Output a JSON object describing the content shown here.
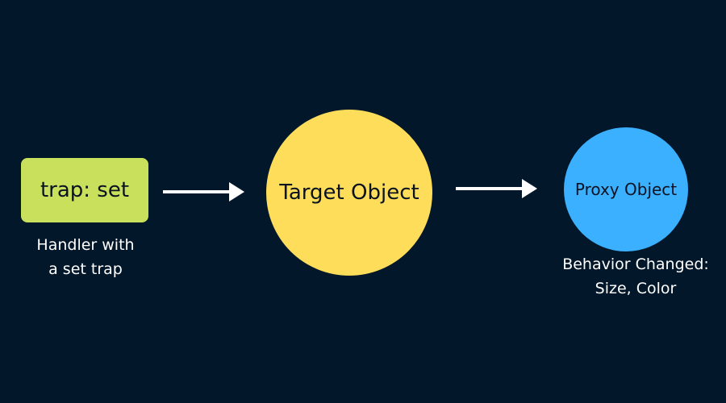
{
  "handler": {
    "box_label": "trap: set",
    "caption_line1": "Handler with",
    "caption_line2": "a set trap"
  },
  "target": {
    "label": "Target Object"
  },
  "proxy": {
    "label": "Proxy Object",
    "caption_line1": "Behavior Changed:",
    "caption_line2": "Size, Color"
  },
  "colors": {
    "background": "#03172a",
    "handler_box": "#c8e05b",
    "target_circle": "#fddd59",
    "proxy_circle": "#3ab0ff",
    "arrows": "#ffffff"
  },
  "icons": {
    "connector_1": "arrow-right-icon",
    "connector_2": "arrow-right-icon"
  }
}
